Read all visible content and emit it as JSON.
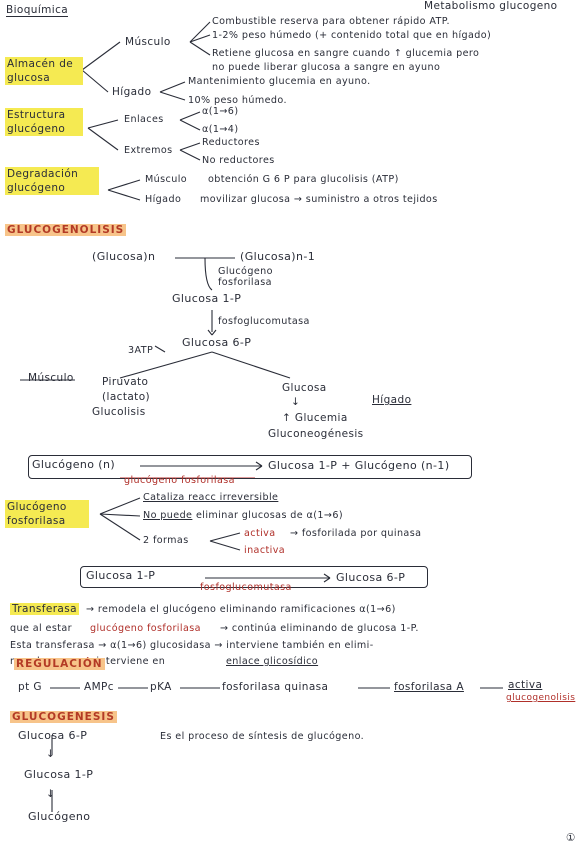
{
  "header": {
    "left": "Bioquímica",
    "right": "Metabolismo glucogeno"
  },
  "almacen": {
    "label": "Almacén de glucosa",
    "musculo": "Músculo",
    "m1": "Combustible reserva para obtener rápido ATP.",
    "m2": "1-2% peso húmedo (+ contenido total que en hígado)",
    "m3": "Retiene glucosa en sangre cuando ↑ glucemia pero",
    "m4": "no puede liberar glucosa a sangre en ayuno",
    "higado": "Hígado",
    "h1": "Mantenimiento glucemia en ayuno.",
    "h2": "10% peso húmedo."
  },
  "estructura": {
    "label": "Estructura glucógeno",
    "enlaces": "Enlaces",
    "e1": "α(1→6)",
    "e2": "α(1→4)",
    "extremos": "Extremos",
    "x1": "Reductores",
    "x2": "No reductores"
  },
  "degradacion": {
    "label": "Degradación glucógeno",
    "musculo": "Músculo",
    "m": "obtención G 6 P para glucolisis (ATP)",
    "higado": "Hígado",
    "h": "movilizar glucosa → suministro a otros tejidos"
  },
  "glucogenolisis": {
    "title": "GLUCOGENOLISIS",
    "n": "(Glucosa)n",
    "n1": "(Glucosa)n-1",
    "enzyme1": "Glucógeno fosforilasa",
    "g1p": "Glucosa 1-P",
    "enzyme2": "fosfoglucomutasa",
    "g6p": "Glucosa 6-P",
    "atp": "3ATP",
    "musculo": "Músculo",
    "piruvato": "Piruvato",
    "lactato": "(lactato)",
    "glucolisis": "Glucolisis",
    "glucosa": "Glucosa",
    "arrow": "↓",
    "glucemia": "↑ Glucemia",
    "gluconeo": "Gluconeogénesis",
    "higado": "Hígado"
  },
  "box1": {
    "left": "Glucógeno (n)",
    "right": "Glucosa 1-P + Glucógeno (n-1)",
    "enzyme": "glucógeno fosforilasa"
  },
  "fosforilasa": {
    "label": "Glucógeno fosforilasa",
    "l1": "Cataliza reacc irreversible",
    "l2a": "No puede",
    "l2b": "eliminar glucosas de α(1→6)",
    "formas": "2 formas",
    "activa": "activa",
    "activa_desc": "→ fosforilada por quinasa",
    "inactiva": "inactiva"
  },
  "box2": {
    "left": "Glucosa 1-P",
    "right": "Glucosa 6-P",
    "enzyme": "fosfoglucomutasa"
  },
  "transferasa": {
    "label": "Transferasa",
    "t1": "→ remodela el glucógeno eliminando ramificaciones α(1→6)",
    "t2a": "que al estar",
    "t2b": "glucógeno fosforilasa",
    "t2c": "→ continúa eliminando de glucosa 1-P.",
    "t3": "Esta transferasa → α(1→6) glucosidasa → interviene también en elimi-",
    "t4a": "nar glucosa que interviene en",
    "t4b": "enlace glicosídico"
  },
  "regulacion": {
    "title": "REGULACIÓN",
    "a": "pt G",
    "b": "AMPc",
    "c": "pKA",
    "d": "fosforilasa quinasa",
    "e": "fosforilasa A",
    "f": "activa",
    "g": "glucogenolisis"
  },
  "glucogenesis": {
    "title": "GLUCOGENESIS",
    "a": "Glucosa 6-P",
    "b": "Glucosa 1-P",
    "c": "Glucógeno",
    "desc": "Es el proceso de síntesis de glucógeno.",
    "arrow": "↓"
  },
  "page_num": "①"
}
